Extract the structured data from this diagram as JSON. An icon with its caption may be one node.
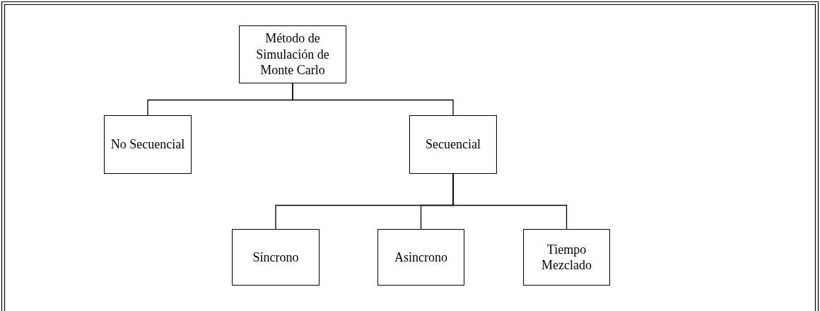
{
  "diagram": {
    "nodes": [
      {
        "text": [
          "Método de Simulación de Monte Carlo"
        ]
      },
      {
        "text": [
          "No Secuencial"
        ]
      },
      {
        "text": [
          "Secuencial"
        ]
      },
      {
        "text": [
          "Síncrono"
        ]
      },
      {
        "text": [
          "Asincrono"
        ]
      },
      {
        "text": [
          "Tiempo Mezclado"
        ]
      }
    ],
    "edges": [
      {
        "from": 0,
        "to": 1,
        "arrow": "none"
      },
      {
        "from": 0,
        "to": 2,
        "arrow": "none"
      },
      {
        "from": 2,
        "to": 3,
        "arrow": "none"
      },
      {
        "from": 2,
        "to": 4,
        "arrow": "none"
      },
      {
        "from": 2,
        "to": 5,
        "arrow": "none"
      }
    ]
  }
}
